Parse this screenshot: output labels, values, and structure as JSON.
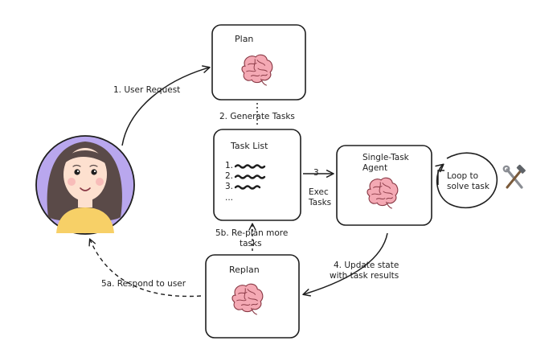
{
  "nodes": {
    "plan": {
      "title": "Plan",
      "icon": "brain-icon"
    },
    "task_list": {
      "title": "Task List",
      "items": [
        "1.",
        "2.",
        "3.",
        "..."
      ]
    },
    "agent": {
      "title_line1": "Single-Task",
      "title_line2": "Agent",
      "icon": "brain-icon"
    },
    "replan": {
      "title": "Replan",
      "icon": "brain-icon"
    },
    "loop": {
      "line1": "Loop to",
      "line2": "solve task"
    },
    "tools": {
      "icon": "tools-icon"
    },
    "user": {
      "icon": "user-avatar"
    }
  },
  "edges": {
    "user_request": "1. User Request",
    "generate_tasks": "2. Generate Tasks",
    "exec_number": "3",
    "exec_line1": "Exec",
    "exec_line2": "Tasks",
    "update_line1": "4. Update state",
    "update_line2": "with task results",
    "replan_line1": "5b. Re-plan more",
    "replan_line2": "tasks",
    "respond": "5a. Respond to user"
  },
  "colors": {
    "stroke": "#1e1e1e",
    "brain": "#f4a9b4",
    "brain_outline": "#8a3a46",
    "avatar_bg": "#b9a7ee",
    "hair": "#5a4a48",
    "skin": "#fde0cf",
    "shirt": "#f7d067"
  }
}
